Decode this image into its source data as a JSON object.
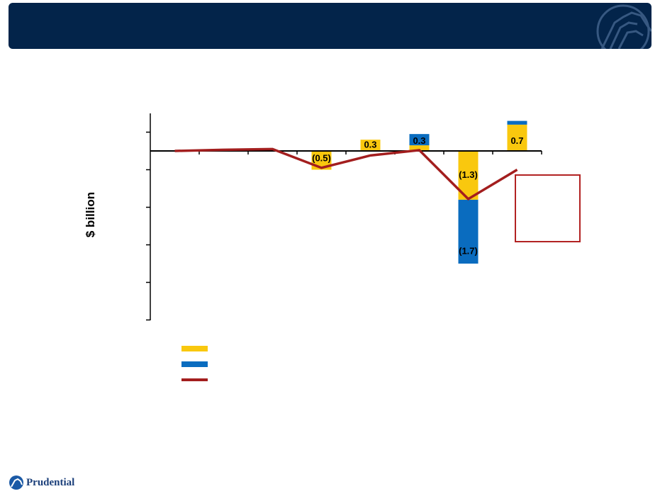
{
  "header": {
    "title": ""
  },
  "colors": {
    "series_a": "#f9c80e",
    "series_b": "#0a6cbf",
    "line": "#a31e1e",
    "banner": "#03244a"
  },
  "chart_data": {
    "type": "bar",
    "stacked": true,
    "ylabel": "$ billion",
    "ylim": [
      -4.5,
      1.0
    ],
    "categories": [
      "",
      "",
      "",
      "",
      "",
      "",
      "",
      ""
    ],
    "series": [
      {
        "color": "#f9c80e",
        "values": [
          0,
          0,
          0,
          -0.5,
          0.3,
          0.15,
          -1.3,
          0.7
        ]
      },
      {
        "color": "#0a6cbf",
        "values": [
          0,
          0,
          0,
          0,
          0,
          0.3,
          -1.7,
          0.1
        ]
      }
    ],
    "line": {
      "color": "#a31e1e",
      "values": [
        0.0,
        0.03,
        0.05,
        -0.45,
        -0.12,
        0.02,
        -1.28,
        -0.5
      ]
    },
    "data_labels": [
      {
        "category_index": 3,
        "text": "(0.5)",
        "value": -0.18
      },
      {
        "category_index": 4,
        "text": "0.3",
        "value": 0.18
      },
      {
        "category_index": 5,
        "text": "0.3",
        "value": 0.28
      },
      {
        "category_index": 6,
        "text": "(1.3)",
        "value": -0.62
      },
      {
        "category_index": 6,
        "text": "(1.7)",
        "value": -2.65
      },
      {
        "category_index": 7,
        "text": "0.7",
        "value": 0.28
      }
    ],
    "legend": {
      "position": "bottom-left",
      "entries": [
        "",
        "",
        ""
      ]
    },
    "annotation_box": {
      "text": ""
    },
    "grid": false
  },
  "footer": {
    "logo_text": "Prudential"
  }
}
